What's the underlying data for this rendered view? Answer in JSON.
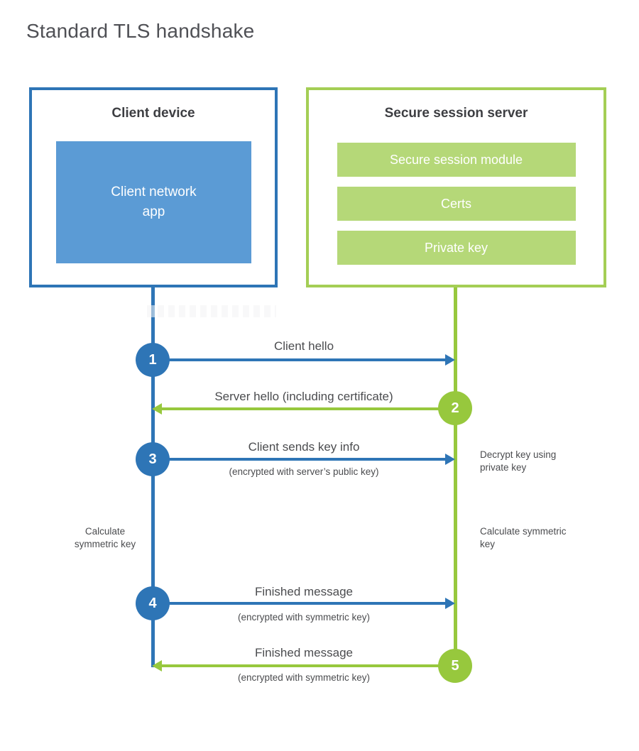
{
  "title": "Standard TLS handshake",
  "colors": {
    "blue": "#2e75b6",
    "blue_fill": "#5b9bd5",
    "green": "#97c83d",
    "green_border": "#a4ce55",
    "green_fill": "#b5d878",
    "text_gray": "#4b4c4f"
  },
  "client": {
    "title": "Client device",
    "app_lines": [
      "Client network",
      "app"
    ]
  },
  "server": {
    "title": "Secure session server",
    "modules": [
      "Secure session module",
      "Certs",
      "Private key"
    ]
  },
  "messages": [
    {
      "num": "1",
      "label": "Client hello",
      "sub": "",
      "direction": "client-to-server"
    },
    {
      "num": "2",
      "label": "Server hello (including certificate)",
      "sub": "",
      "direction": "server-to-client"
    },
    {
      "num": "3",
      "label": "Client sends key info",
      "sub": "(encrypted with server’s public key)",
      "direction": "client-to-server",
      "note": "Decrypt key using private key"
    },
    {
      "num": "4",
      "label": "Finished message",
      "sub": "(encrypted with symmetric key)",
      "direction": "client-to-server"
    },
    {
      "num": "5",
      "label": "Finished message",
      "sub": "(encrypted with symmetric key)",
      "direction": "server-to-client"
    }
  ],
  "annotations": {
    "client_note": "Calculate symmetric key",
    "server_note": "Calculate symmetric key"
  }
}
